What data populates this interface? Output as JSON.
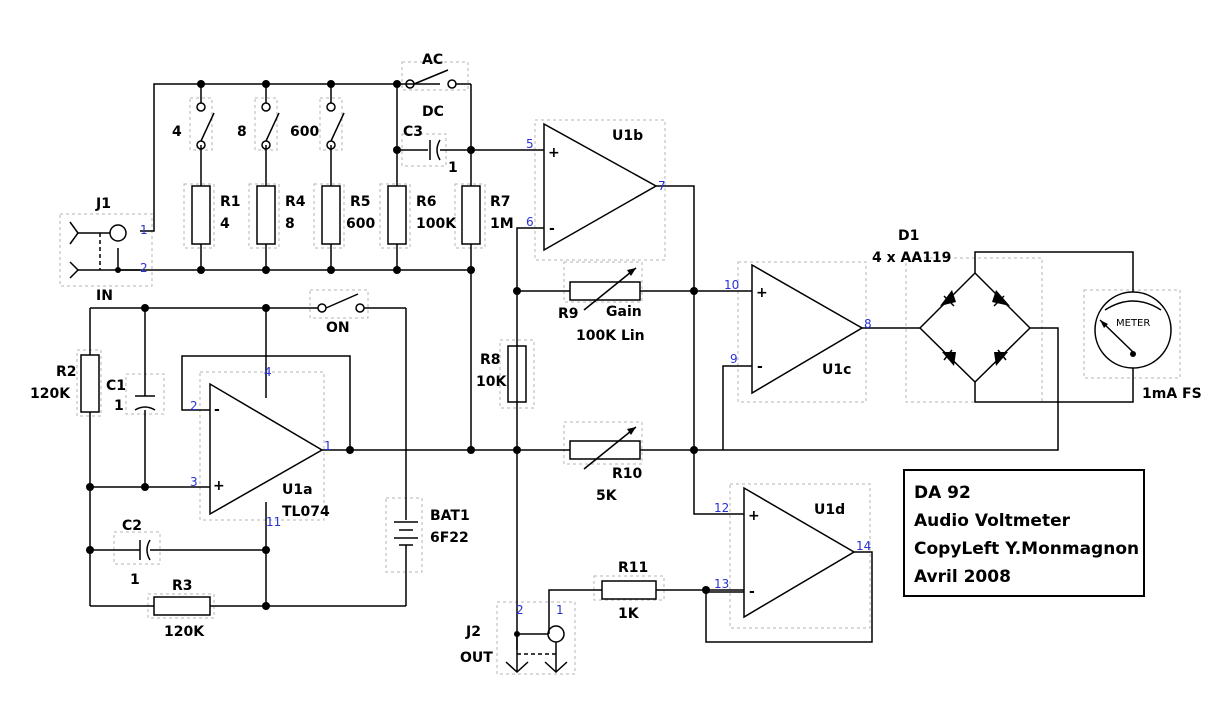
{
  "title_block": {
    "line1": "DA 92",
    "line2": "Audio Voltmeter",
    "line3": "CopyLeft Y.Monmagnon",
    "line4": "Avril 2008"
  },
  "components": {
    "j1": {
      "ref": "J1",
      "value": "IN",
      "pin1": "1",
      "pin2": "2"
    },
    "j2": {
      "ref": "J2",
      "value": "OUT",
      "pin1": "1",
      "pin2": "2"
    },
    "sw_ac": "AC",
    "sw_dc": "DC",
    "sw_on": "ON",
    "sw_4": "4",
    "sw_8": "8",
    "sw_600": "600",
    "r1": {
      "ref": "R1",
      "value": "4"
    },
    "r4": {
      "ref": "R4",
      "value": "8"
    },
    "r5": {
      "ref": "R5",
      "value": "600"
    },
    "r6": {
      "ref": "R6",
      "value": "100K"
    },
    "r7": {
      "ref": "R7",
      "value": "1M"
    },
    "r2": {
      "ref": "R2",
      "value": "120K"
    },
    "r3": {
      "ref": "R3",
      "value": "120K"
    },
    "r8": {
      "ref": "R8",
      "value": "10K"
    },
    "r9": {
      "ref": "R9",
      "name": "Gain",
      "value": "100K Lin"
    },
    "r10": {
      "ref": "R10",
      "value": "5K"
    },
    "r11": {
      "ref": "R11",
      "value": "1K"
    },
    "c1": {
      "ref": "C1",
      "value": "1"
    },
    "c2": {
      "ref": "C2",
      "value": "1"
    },
    "c3": {
      "ref": "C3",
      "value": "1"
    },
    "bat1": {
      "ref": "BAT1",
      "value": "6F22"
    },
    "d1": {
      "ref": "D1",
      "value": "4 x AA119"
    },
    "meter": {
      "face": "METER",
      "value": "1mA FS"
    },
    "u1a": {
      "ref": "U1a",
      "value": "TL074",
      "pins": [
        "2",
        "3",
        "1",
        "4",
        "11"
      ]
    },
    "u1b": {
      "ref": "U1b",
      "pins": [
        "5",
        "6",
        "7"
      ]
    },
    "u1c": {
      "ref": "U1c",
      "pins": [
        "10",
        "9",
        "8"
      ]
    },
    "u1d": {
      "ref": "U1d",
      "pins": [
        "12",
        "13",
        "14"
      ]
    }
  },
  "opamp_signs": {
    "plus": "+",
    "minus": "-"
  }
}
